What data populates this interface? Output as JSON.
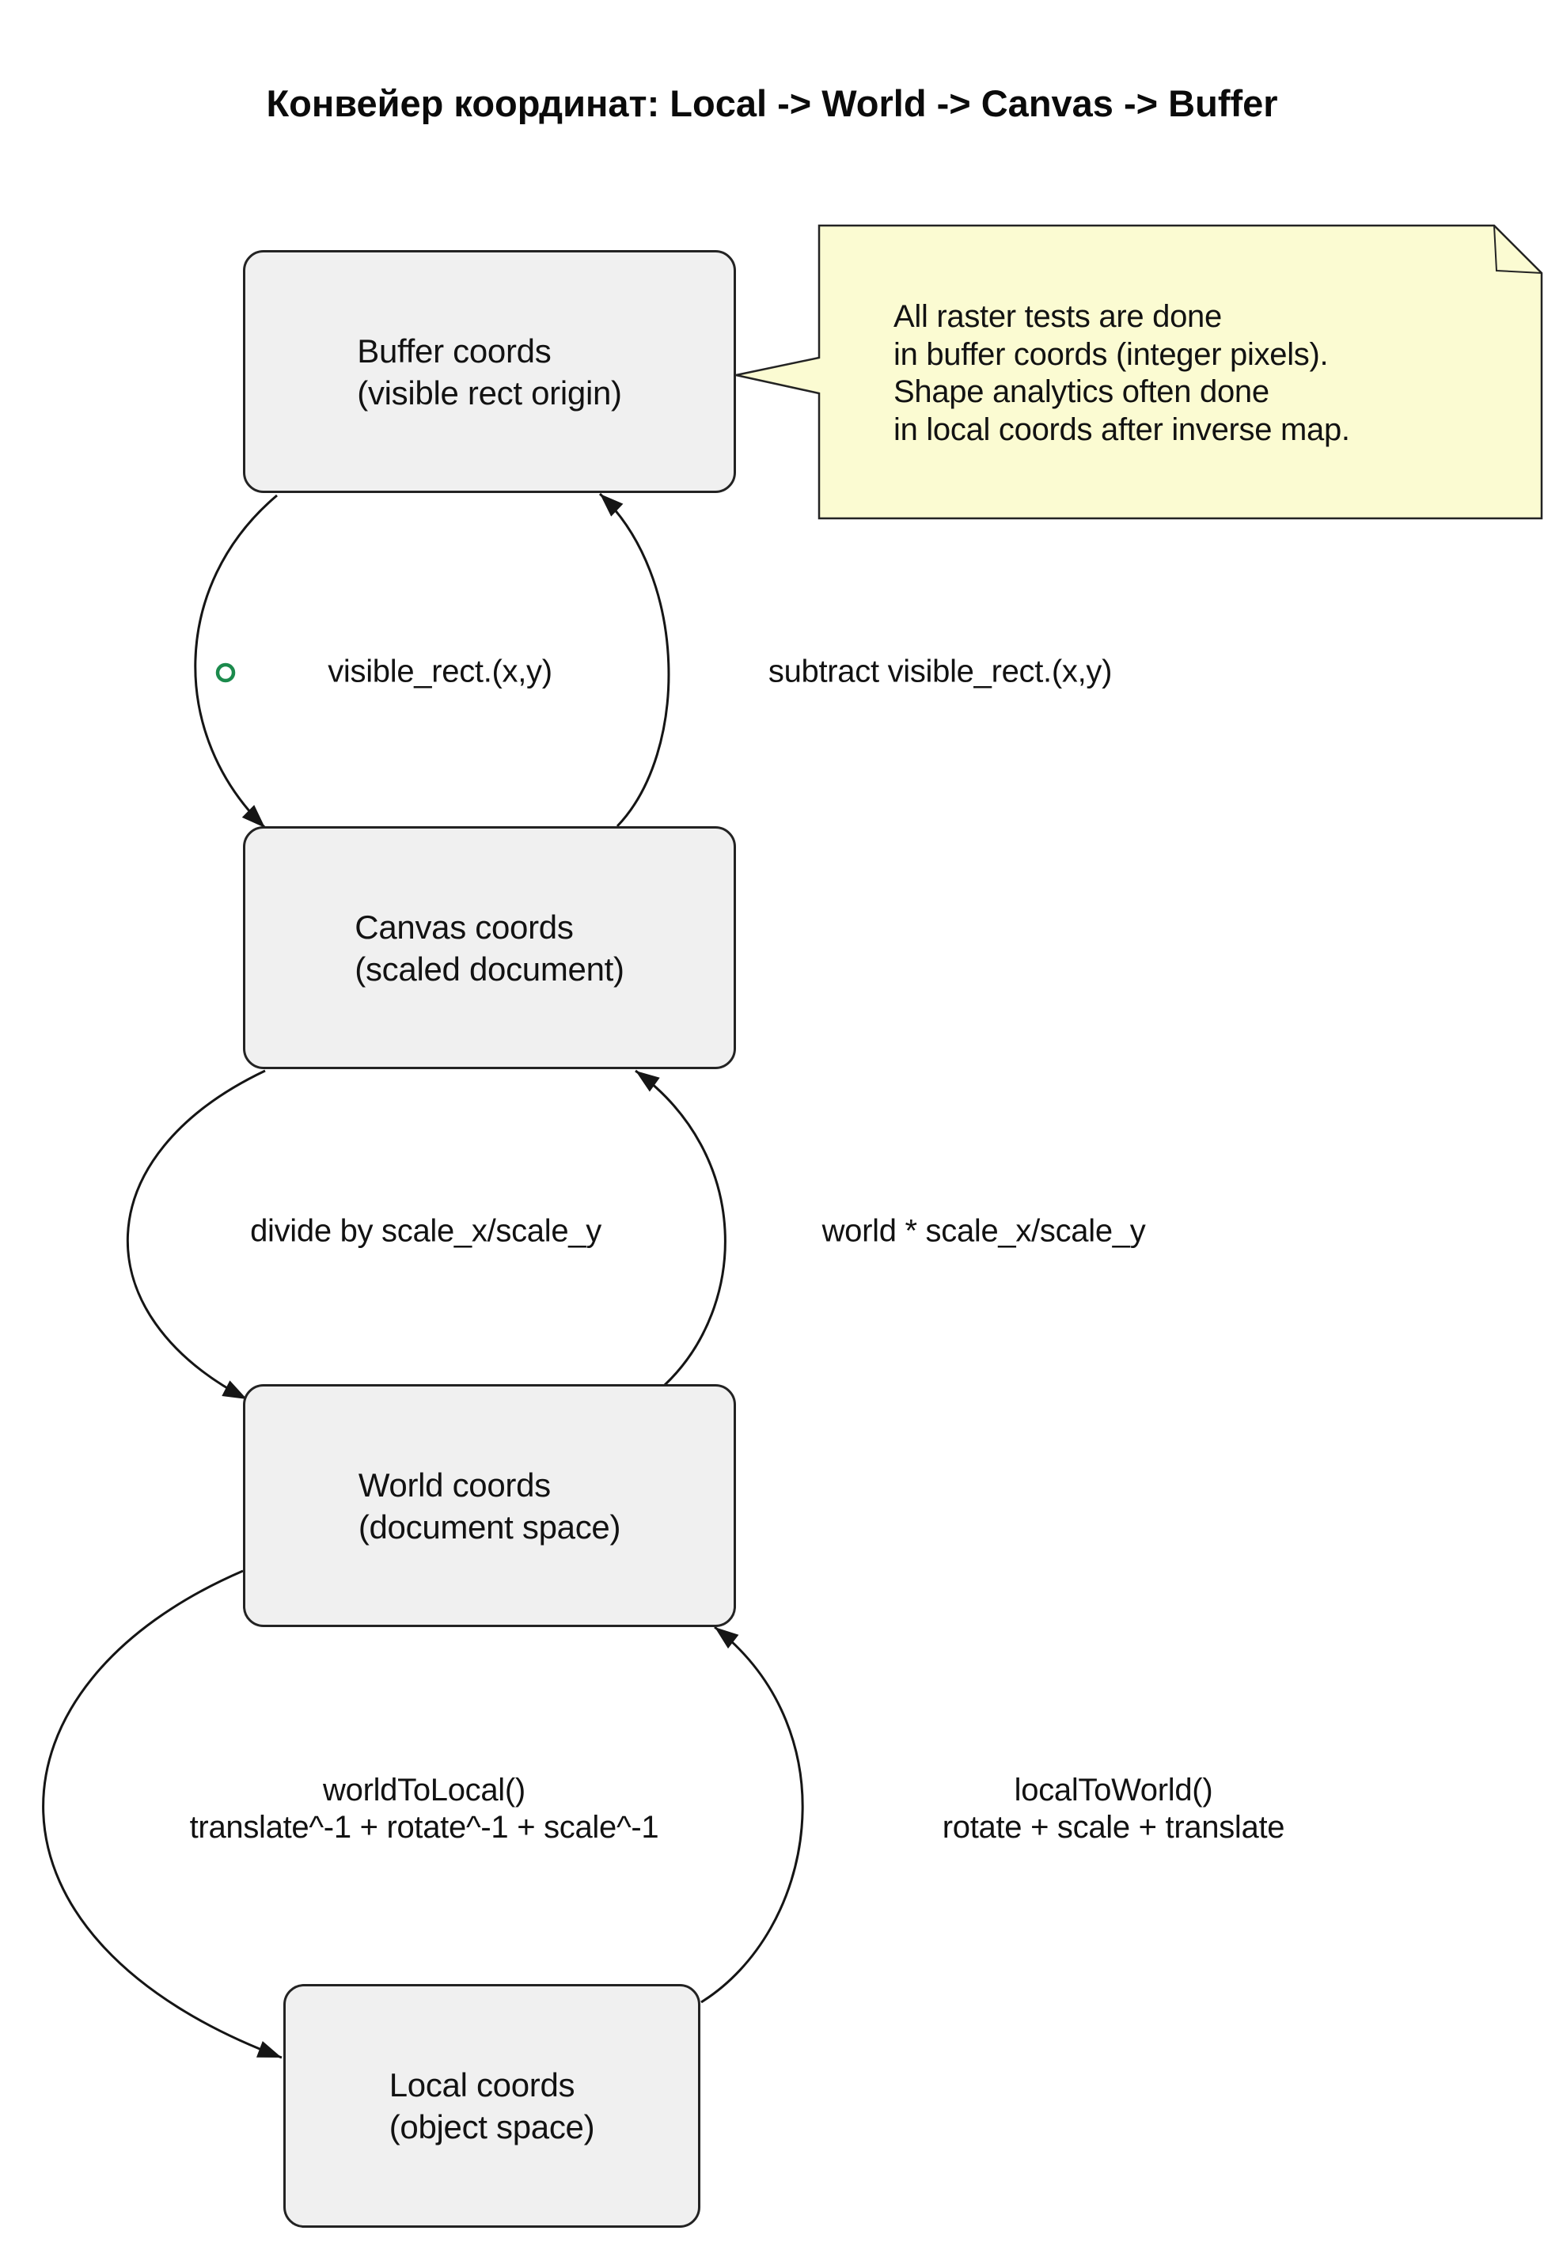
{
  "title": "Конвейер координат: Local -> World -> Canvas -> Buffer",
  "nodes": {
    "buffer": {
      "line1": "Buffer coords",
      "line2": "(visible rect origin)"
    },
    "canvas": {
      "line1": "Canvas coords",
      "line2": "(scaled document)"
    },
    "world": {
      "line1": "World coords",
      "line2": "(document space)"
    },
    "local": {
      "line1": "Local coords",
      "line2": "(object space)"
    }
  },
  "edges": {
    "buffer_to_canvas": "visible_rect.(x,y)",
    "canvas_to_buffer": "subtract visible_rect.(x,y)",
    "canvas_to_world": "divide by scale_x/scale_y",
    "world_to_canvas": "world * scale_x/scale_y",
    "world_to_local_line1": "worldToLocal()",
    "world_to_local_line2": "translate^-1 + rotate^-1 + scale^-1",
    "local_to_world_line1": "localToWorld()",
    "local_to_world_line2": "rotate + scale + translate"
  },
  "note": {
    "line1": "All raster tests are done",
    "line2": "in buffer coords (integer pixels).",
    "line3": "Shape analytics often done",
    "line4": "in local coords after inverse map."
  },
  "colors": {
    "node_fill": "#f0f0f0",
    "node_border": "#232323",
    "note_fill": "#fbfbd2",
    "note_border": "#232323",
    "arrow": "#151515",
    "circle_stroke": "#1b8a4c"
  }
}
